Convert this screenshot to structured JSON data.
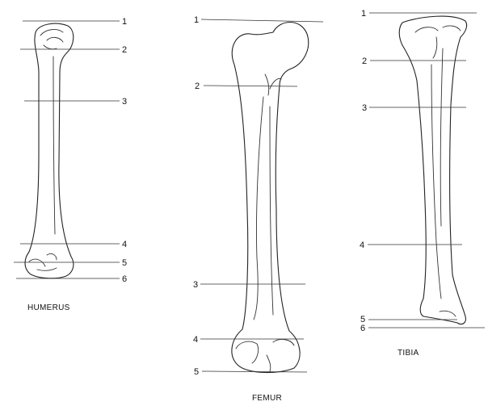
{
  "bones": [
    {
      "id": "humerus",
      "title": "HUMERUS",
      "labels": [
        "1",
        "2",
        "3",
        "4",
        "5",
        "6"
      ]
    },
    {
      "id": "femur",
      "title": "FEMUR",
      "labels": [
        "1",
        "2",
        "3",
        "4",
        "5"
      ]
    },
    {
      "id": "tibia",
      "title": "TIBIA",
      "labels": [
        "1",
        "2",
        "3",
        "4",
        "5",
        "6"
      ]
    }
  ],
  "colors": {
    "ink": "#222222",
    "background": "#ffffff"
  }
}
